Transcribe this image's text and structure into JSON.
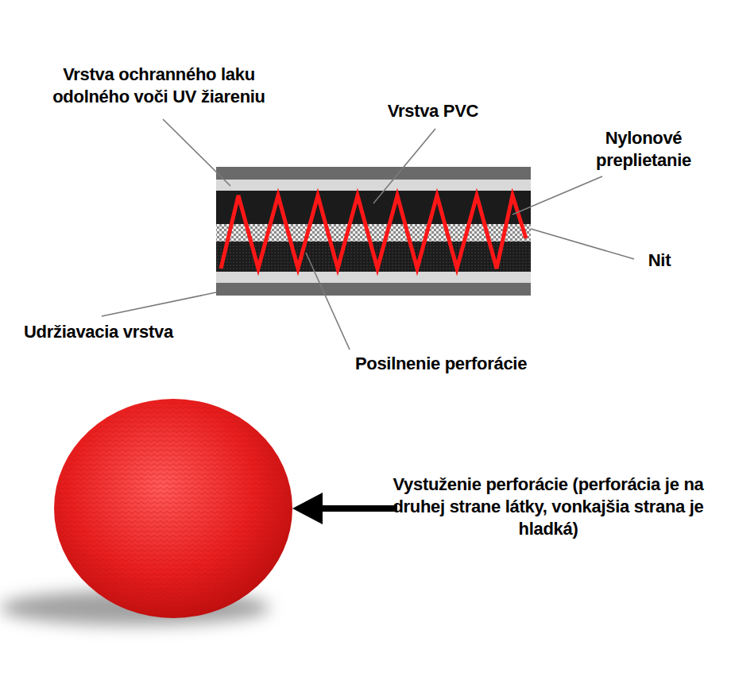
{
  "diagram": {
    "labels": [
      "Vrstva ochranného laku odolného voči UV žiareniu",
      "Vrstva PVC",
      "Nylonové preplietanie",
      "Nit",
      "Udržiavacia vrstva",
      "Posilnenie perforácie",
      "Vystuženie perforácie (perforácia je na druhej strane látky, vonkajšia strana je hladká)"
    ]
  }
}
